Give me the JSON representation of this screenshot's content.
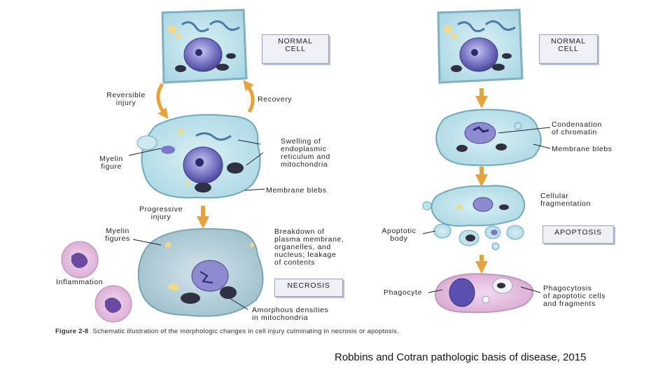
{
  "labels": {
    "normal_cell_left": "NORMAL\nCELL",
    "normal_cell_right": "NORMAL\nCELL",
    "reversible_injury": "Reversible\ninjury",
    "recovery": "Recovery",
    "swelling": "Swelling of\nendoplasmic\nreticulum and\nmitochondria",
    "myelin_figure": "Myelin\nfigure",
    "membrane_blebs_left": "Membrane blebs",
    "progressive_injury": "Progressive\ninjury",
    "myelin_figures": "Myelin\nfigures",
    "breakdown": "Breakdown of\nplasma membrane,\norganelles, and\nnucleus; leakage\nof contents",
    "inflammation": "Inflammation",
    "necrosis": "NECROSIS",
    "amorphous": "Amorphous densities\nin mitochondria",
    "condensation": "Condensation\nof chromatin",
    "membrane_blebs_right": "Membrane blebs",
    "cellular_fragmentation": "Cellular\nfragmentation",
    "apoptotic_body": "Apoptotic\nbody",
    "apoptosis": "APOPTOSIS",
    "phagocyte": "Phagocyte",
    "phagocytosis": "Phagocytosis\nof apoptotic cells\nand fragments"
  },
  "caption": {
    "figure": "Figure 2-8",
    "text": "Schematic illustration of the morphologic changes in cell injury culminating in necrosis or apoptosis."
  },
  "credit": "Robbins and Cotran pathologic basis of disease, 2015",
  "colors": {
    "cytoplasm": "#bfe3ec",
    "cytoplasm_edge": "#6fa8bd",
    "nucleus": "#5a5aa8",
    "arrow": "#e8a23c",
    "mito": "#2f3140",
    "label_box": "#eef0f6"
  }
}
